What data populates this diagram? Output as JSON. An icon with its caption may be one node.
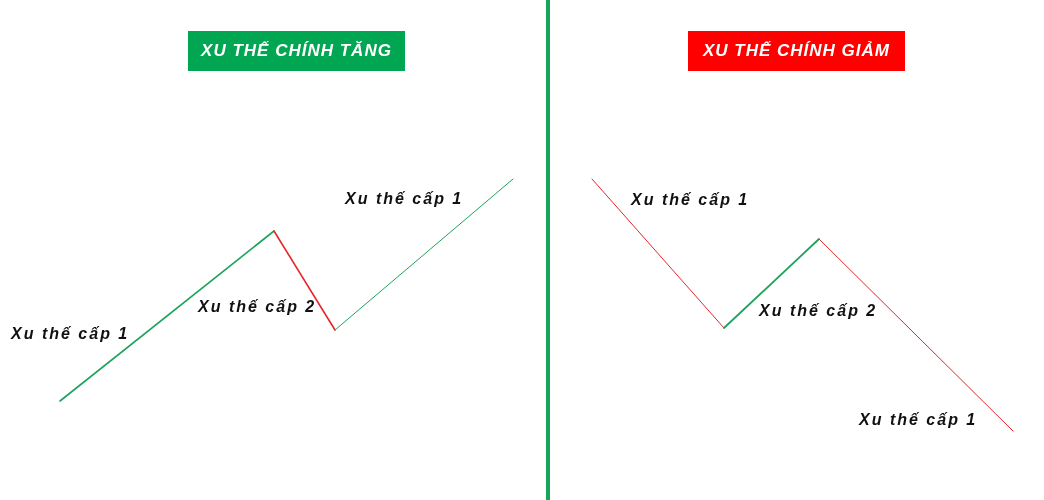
{
  "diagram": {
    "nodes": [
      {
        "text": [
          "XU THẾ CHÍNH TĂNG"
        ]
      },
      {
        "text": [
          "XU THẾ CHÍNH GIẢM"
        ]
      }
    ],
    "labels": [
      "Xu thế cấp 1",
      "Xu thế cấp 2",
      "Xu thế cấp 1",
      "Xu thế cấp 1",
      "Xu thế cấp 2",
      "Xu thế cấp 1"
    ]
  }
}
